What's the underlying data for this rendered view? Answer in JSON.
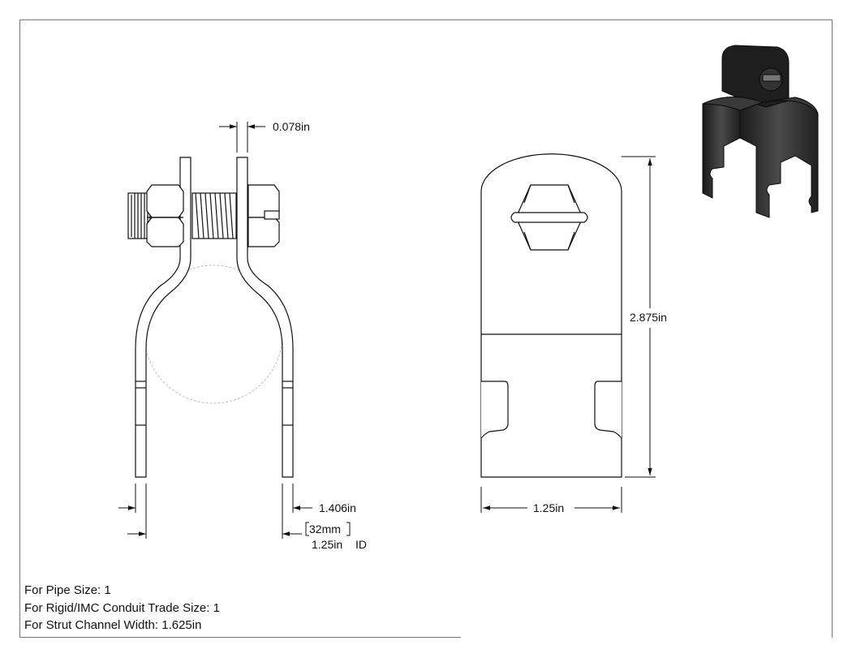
{
  "dimensions": {
    "gap": "0.078in",
    "height": "2.875in",
    "width": "1.25in",
    "outer_width": "1.406in",
    "id_metric": "32mm",
    "id_imperial": "1.25in",
    "id_suffix": "ID"
  },
  "notes": [
    "For Pipe Size: 1",
    "For Rigid/IMC Conduit Trade Size: 1",
    "For Strut Channel Width: 1.625in"
  ],
  "colors": {
    "line": "#111111",
    "frame": "#777777",
    "metal_dark": "#2a2a2a",
    "ghost_circle": "#bbbbbb"
  }
}
